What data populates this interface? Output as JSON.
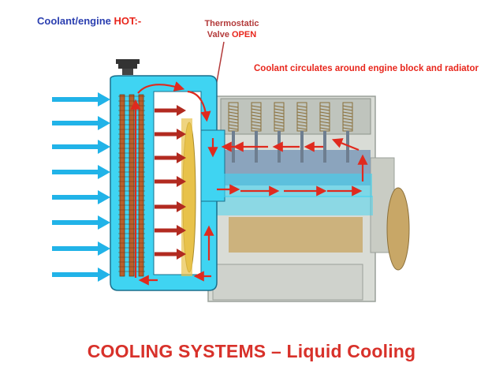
{
  "labels": {
    "coolant_prefix": "Coolant/engine",
    "coolant_hot": "HOT:-",
    "thermostat_line1": "Thermostatic",
    "thermostat_line2_a": "Valve",
    "thermostat_line2_b": "OPEN",
    "circulation": "Coolant circulates around engine block and radiator"
  },
  "title": "COOLING SYSTEMS – Liquid Cooling",
  "colors": {
    "coolant": "#3fd4f2",
    "coolant_border": "#1a6f8c",
    "flow_arrow": "#e02a1e",
    "airflow_arrow": "#21b3e8",
    "engine_body": "#d9dcd6",
    "engine_steel": "#7d9ab8",
    "engine_brass": "#c8a767",
    "radiator_core": "#b8602c",
    "fan": "#e8c24a",
    "text_blue": "#2b3fb0",
    "text_red": "#e8261c"
  },
  "icons": {
    "airflow": "arrow-right-icon",
    "flow": "arrow-icon",
    "radiator_cap": "radiator-cap-icon"
  }
}
